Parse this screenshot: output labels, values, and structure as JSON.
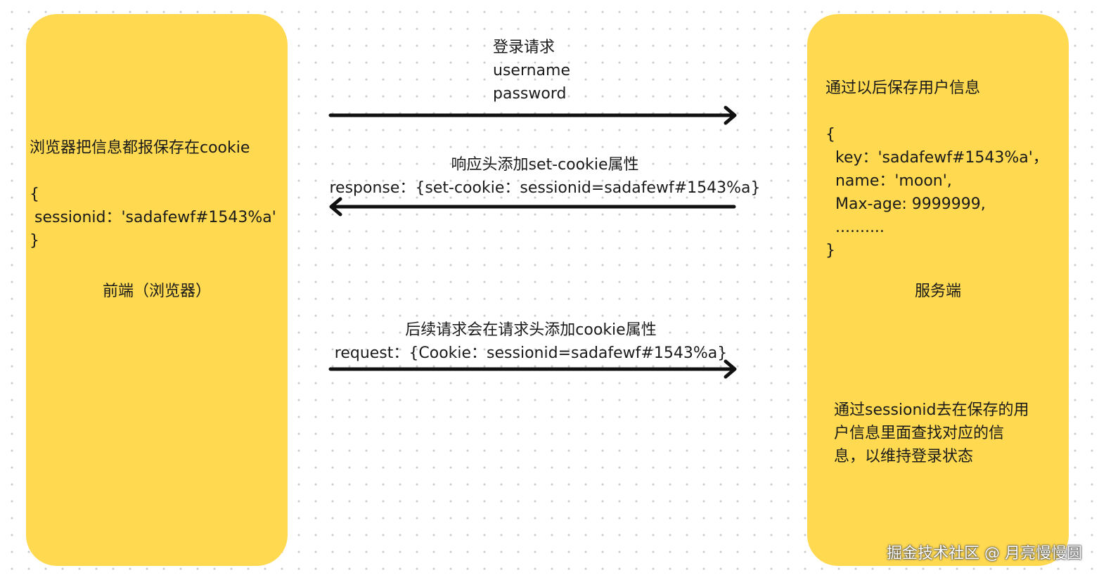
{
  "colors": {
    "box_fill": "#FFD950",
    "arrow": "#111111"
  },
  "client": {
    "content": "浏览器把信息都报保存在cookie\n\n{\n sessionid：'sadafewf#1543%a'\n}",
    "title": "前端（浏览器）"
  },
  "server": {
    "content": "通过以后保存用户信息\n\n{\n  key：'sadafewf#1543%a'，\n  name：'moon',\n  Max-age: 9999999,\n  ..........\n}",
    "title": "服务端",
    "lookup": "通过sessionid去在保存的用\n户信息里面查找对应的信\n息，以维持登录状态"
  },
  "messages": [
    {
      "label": "登录请求\nusername\npassword",
      "direction": "right"
    },
    {
      "label": "响应头添加set-cookie属性\nresponse：{set-cookie：sessionid=sadafewf#1543%a}",
      "direction": "left"
    },
    {
      "label": "后续请求会在请求头添加cookie属性\nrequest：{Cookie：sessionid=sadafewf#1543%a}",
      "direction": "right"
    }
  ],
  "watermark": "掘金技术社区 @ 月亮慢慢圆"
}
